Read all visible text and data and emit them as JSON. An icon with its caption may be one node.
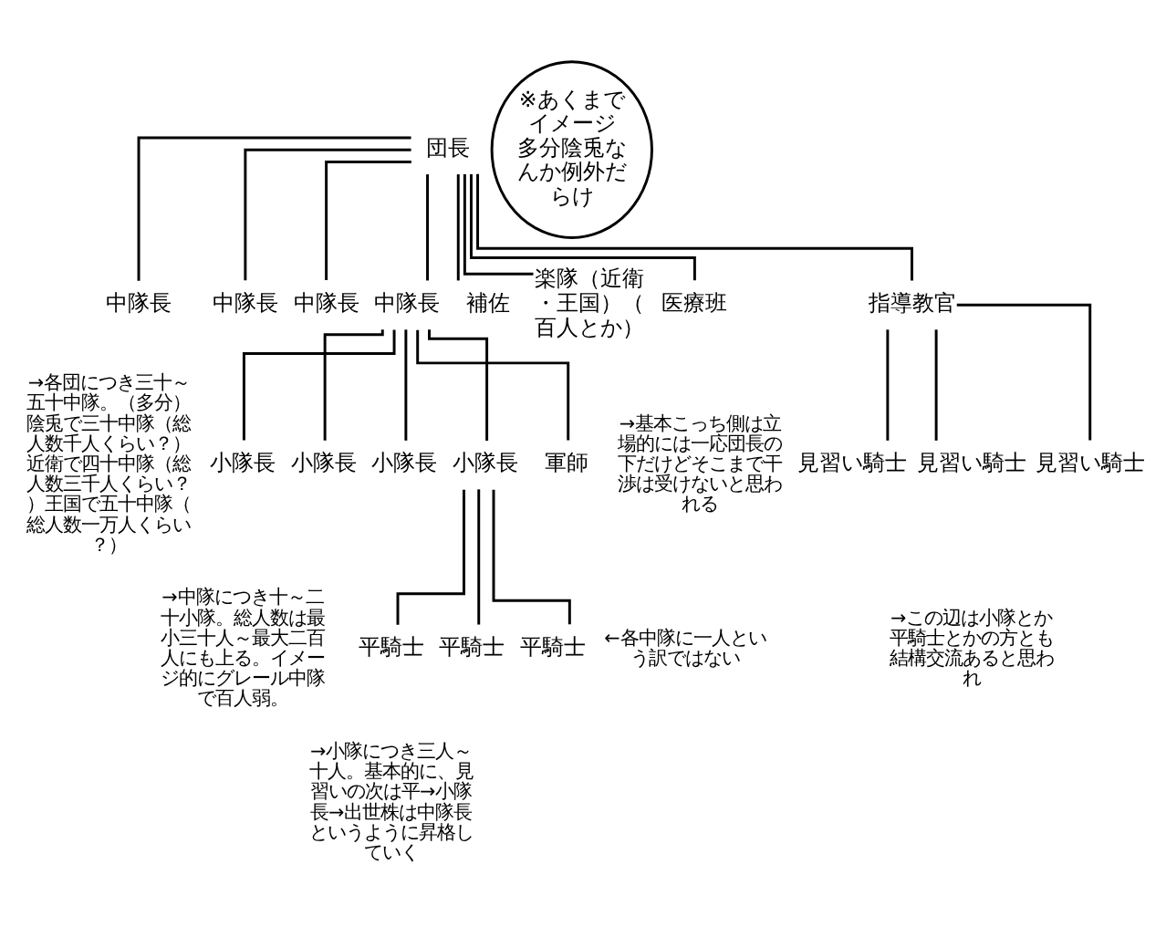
{
  "diagram": {
    "nodes": [
      {
        "text": [
          "団長"
        ]
      },
      {
        "text": [
          "中隊長"
        ]
      },
      {
        "text": [
          "中隊長"
        ]
      },
      {
        "text": [
          "中隊長"
        ]
      },
      {
        "text": [
          "中隊長"
        ]
      },
      {
        "text": [
          "補佐"
        ]
      },
      {
        "text": [
          "楽隊（近衛・王国）（百人とか）"
        ]
      },
      {
        "text": [
          "医療班"
        ]
      },
      {
        "text": [
          "指導教官"
        ]
      },
      {
        "text": [
          "小隊長"
        ]
      },
      {
        "text": [
          "小隊長"
        ]
      },
      {
        "text": [
          "小隊長"
        ]
      },
      {
        "text": [
          "小隊長"
        ]
      },
      {
        "text": [
          "軍師"
        ]
      },
      {
        "text": [
          "平騎士"
        ]
      },
      {
        "text": [
          "平騎士"
        ]
      },
      {
        "text": [
          "平騎士"
        ]
      },
      {
        "text": [
          "見習い騎士"
        ]
      },
      {
        "text": [
          "見習い騎士"
        ]
      },
      {
        "text": [
          "見習い騎士"
        ]
      },
      {
        "text": [
          "※あくまでイメージ",
          "多分陰兎なんか例外だらけ"
        ]
      }
    ],
    "edges": [
      {
        "from": 0,
        "to": 1,
        "arrow": "none"
      },
      {
        "from": 0,
        "to": 2,
        "arrow": "none"
      },
      {
        "from": 0,
        "to": 3,
        "arrow": "none"
      },
      {
        "from": 0,
        "to": 4,
        "arrow": "none"
      },
      {
        "from": 0,
        "to": 5,
        "arrow": "none"
      },
      {
        "from": 0,
        "to": 6,
        "arrow": "none"
      },
      {
        "from": 0,
        "to": 7,
        "arrow": "none"
      },
      {
        "from": 0,
        "to": 8,
        "arrow": "none"
      },
      {
        "from": 4,
        "to": 9,
        "arrow": "none"
      },
      {
        "from": 4,
        "to": 10,
        "arrow": "none"
      },
      {
        "from": 4,
        "to": 11,
        "arrow": "none"
      },
      {
        "from": 4,
        "to": 12,
        "arrow": "none"
      },
      {
        "from": 4,
        "to": 13,
        "arrow": "none"
      },
      {
        "from": 12,
        "to": 14,
        "arrow": "none"
      },
      {
        "from": 12,
        "to": 15,
        "arrow": "none"
      },
      {
        "from": 12,
        "to": 16,
        "arrow": "none"
      },
      {
        "from": 8,
        "to": 17,
        "arrow": "none"
      },
      {
        "from": 8,
        "to": 18,
        "arrow": "none"
      },
      {
        "from": 8,
        "to": 19,
        "arrow": "none"
      }
    ],
    "labels": [
      "→各団につき三十～五十中隊。（多分）陰兎で三十中隊（総人数千人くらい？）近衛で四十中隊（総人数三千人くらい？）王国で五十中隊（総人数一万人くらい？）",
      "→中隊につき十～二十小隊。総人数は最小三十人～最大二百人にも上る。イメージ的にグレール中隊で百人弱。",
      "→小隊につき三人～十人。基本的に、見習いの次は平→小隊長→出世株は中隊長というように昇格していく",
      "←各中隊に一人という訳ではない",
      "→基本こっち側は立場的には一応団長の下だけどそこまで干渉は受けないと思われる",
      "→この辺は小隊とか平騎士とかの方とも結構交流あると思われ"
    ]
  }
}
